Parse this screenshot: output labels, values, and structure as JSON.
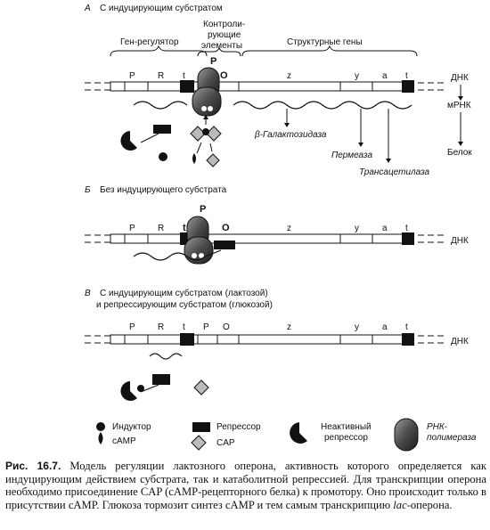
{
  "panel_a": {
    "letter": "А",
    "title": "С индуцирующим субстратом",
    "brace_regulator": "Ген-регулятор",
    "brace_control": [
      "Контроли-",
      "рующие",
      "элементы"
    ],
    "brace_structural": "Структурные гены",
    "gene_letters": [
      "P",
      "R",
      "t",
      "P",
      "O",
      "z",
      "y",
      "a",
      "t"
    ],
    "right_labels": [
      "ДНК",
      "мРНК",
      "Белок"
    ],
    "proteins": [
      "β-Галактозидаза",
      "Пермеаза",
      "Трансацетилаза"
    ]
  },
  "panel_b": {
    "letter": "Б",
    "title": "Без индуцирующего субстрата",
    "gene_letters": [
      "P",
      "R",
      "t",
      "P",
      "O",
      "z",
      "y",
      "a",
      "t"
    ],
    "right_label": "ДНК"
  },
  "panel_c": {
    "letter": "В",
    "title_line1": "С индуцирующим субстратом  (лактозой)",
    "title_line2": "и репрессирующим субстратом  (глюкозой)",
    "gene_letters": [
      "P",
      "R",
      "t",
      "P",
      "O",
      "z",
      "y",
      "a",
      "t"
    ],
    "right_label": "ДНК"
  },
  "legend": {
    "inducer": "Индуктор",
    "camp": "cAMP",
    "repressor": "Репрессор",
    "cap": "CAP",
    "inactive_repressor": [
      "Неактивный",
      "репрессор"
    ],
    "rna_polymerase": [
      "РНК-",
      "полимераза"
    ]
  },
  "caption": {
    "label": "Рис. 16.7.",
    "text_before": " Модель регуляции лактозного оперона, активность которого определяется как индуцирующим действием субстрата, так и катаболитной репрессией. Для транскрипции оперона необходимо присоединение CAP (cAMP-рецепторного белка) к промотору. Оно происходит только в присутствии cAMP. Глюкоза тормозит синтез cAMP и тем самым транскрипцию ",
    "lac": "lac",
    "text_after": "-оперона."
  }
}
